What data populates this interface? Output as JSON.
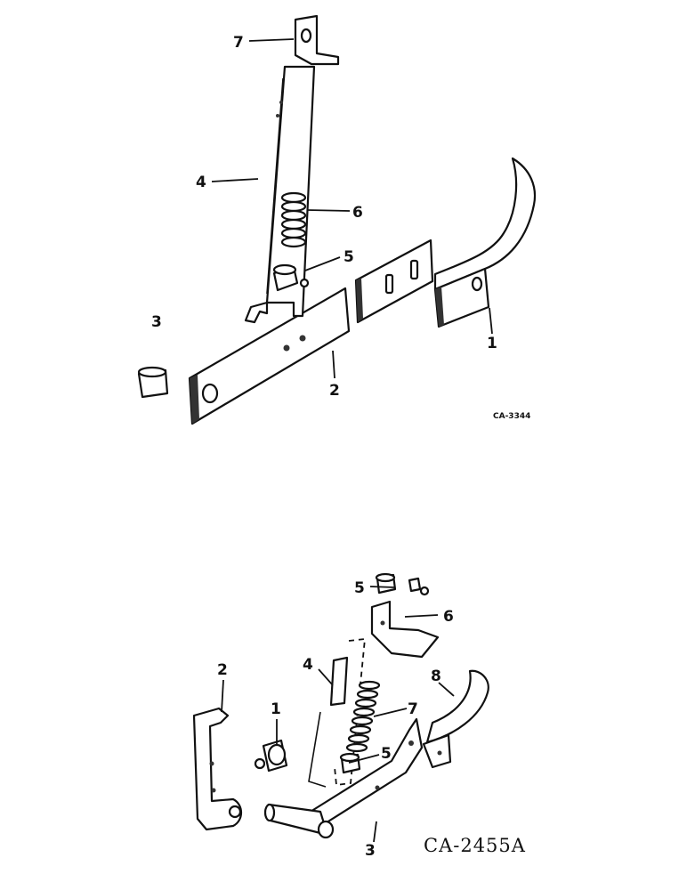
{
  "diagram_top": {
    "code": "CA-3344",
    "callouts": {
      "c1": "1",
      "c2": "2",
      "c3": "3",
      "c4": "4",
      "c5": "5",
      "c6": "6",
      "c7": "7"
    }
  },
  "diagram_bottom": {
    "code": "CA-2455A",
    "callouts": {
      "c1": "1",
      "c2": "2",
      "c3": "3",
      "c4": "4",
      "c5a": "5",
      "c5b": "5",
      "c6": "6",
      "c7": "7",
      "c8": "8"
    }
  }
}
